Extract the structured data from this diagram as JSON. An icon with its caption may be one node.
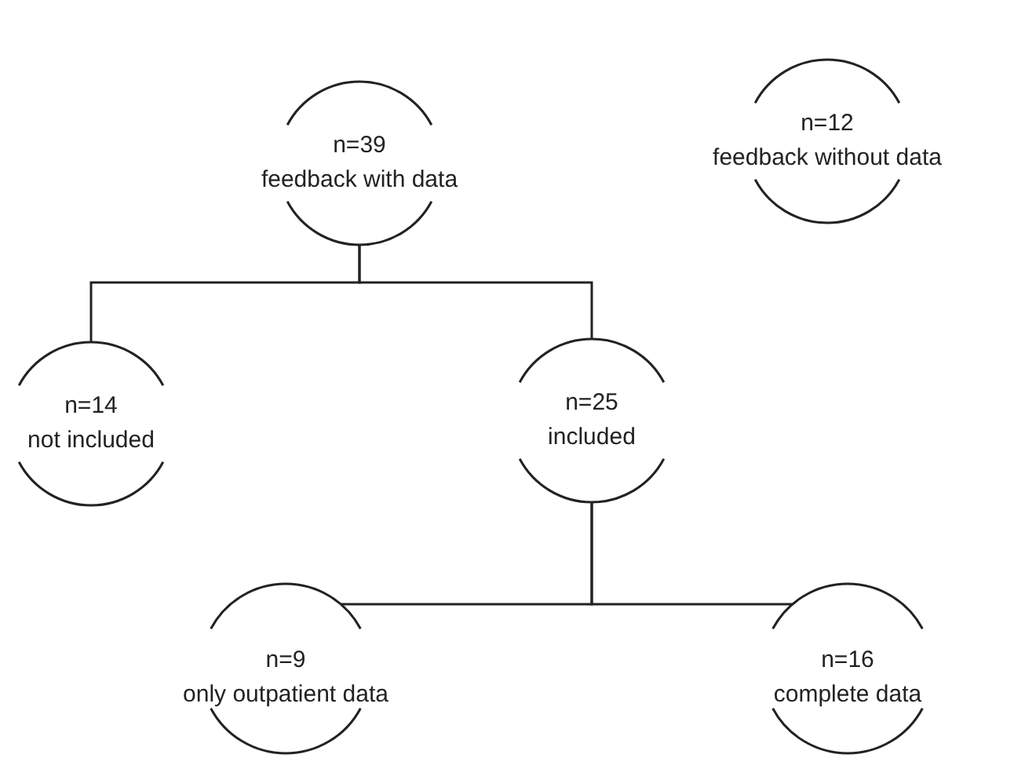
{
  "diagram": {
    "nodes": [
      {
        "text": [
          "n=39",
          "feedback with data"
        ]
      },
      {
        "text": [
          "n=12",
          "feedback without data"
        ]
      },
      {
        "text": [
          "n=14",
          "not included"
        ]
      },
      {
        "text": [
          "n=25",
          "included"
        ]
      },
      {
        "text": [
          "n=9",
          "only outpatient data"
        ]
      },
      {
        "text": [
          "n=16",
          "complete data"
        ]
      }
    ],
    "edges": [
      {
        "from": 0,
        "to": 2,
        "arrow": "none"
      },
      {
        "from": 0,
        "to": 3,
        "arrow": "none"
      },
      {
        "from": 3,
        "to": 4,
        "arrow": "none"
      },
      {
        "from": 3,
        "to": 5,
        "arrow": "none"
      }
    ]
  }
}
